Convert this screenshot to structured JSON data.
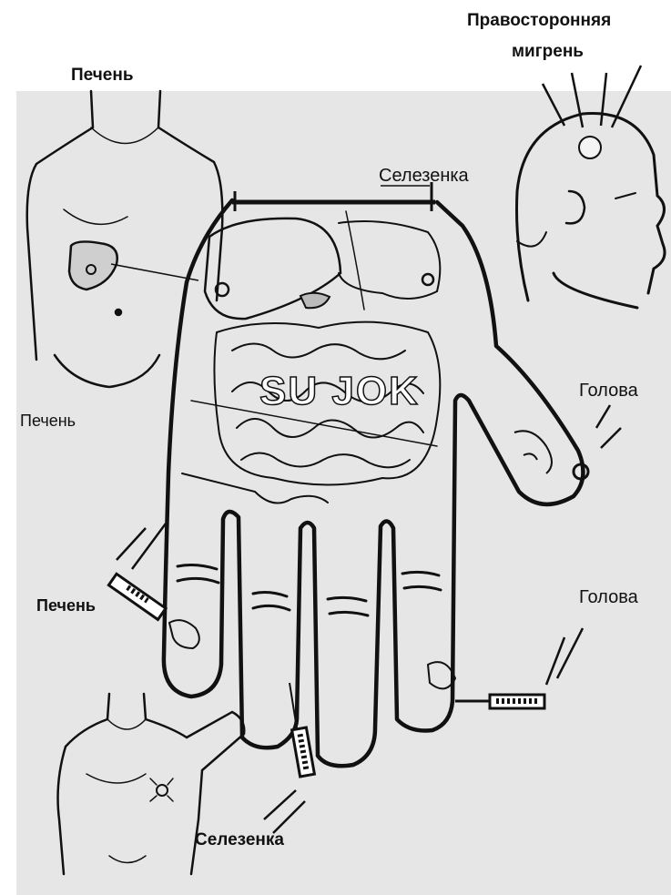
{
  "labels": {
    "liver_title": "Печень",
    "right_migraine_line1": "Правосторонняя",
    "right_migraine_line2": "мигрень",
    "spleen_top": "Селезенка",
    "liver_torso": "Печень",
    "head_thumb": "Голова",
    "liver_finger": "Печень",
    "head_bottom": "Голова",
    "spleen_bottom": "Селезенка",
    "intestine_letters": "SU JOK"
  },
  "colors": {
    "background": "#ffffff",
    "panel_gray": "#e6e6e6",
    "ink": "#111111"
  },
  "icons": [
    "torso-figure",
    "head-profile",
    "palm-outline",
    "needle",
    "pain-rays"
  ]
}
